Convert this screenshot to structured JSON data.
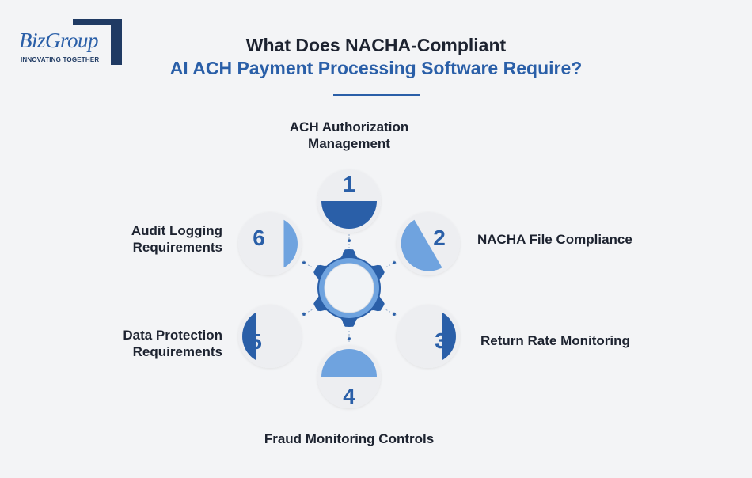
{
  "logo": {
    "name": "BizGroup",
    "tagline": "INNOVATING TOGETHER"
  },
  "title": {
    "line1": "What Does NACHA-Compliant",
    "line2": "AI ACH Payment Processing Software Require?"
  },
  "colors": {
    "dark_blue": "#2a5fa8",
    "light_blue": "#6fa3df",
    "navy": "#1f3a63",
    "gear_fill": "#2a5fa8",
    "background": "#f3f4f6"
  },
  "steps": [
    {
      "number": "1",
      "label_line1": "ACH Authorization",
      "label_line2": "Management"
    },
    {
      "number": "2",
      "label_line1": "NACHA File Compliance",
      "label_line2": ""
    },
    {
      "number": "3",
      "label_line1": "Return Rate Monitoring",
      "label_line2": ""
    },
    {
      "number": "4",
      "label_line1": "Fraud Monitoring Controls",
      "label_line2": ""
    },
    {
      "number": "5",
      "label_line1": "Data Protection",
      "label_line2": "Requirements"
    },
    {
      "number": "6",
      "label_line1": "Audit Logging",
      "label_line2": "Requirements"
    }
  ]
}
